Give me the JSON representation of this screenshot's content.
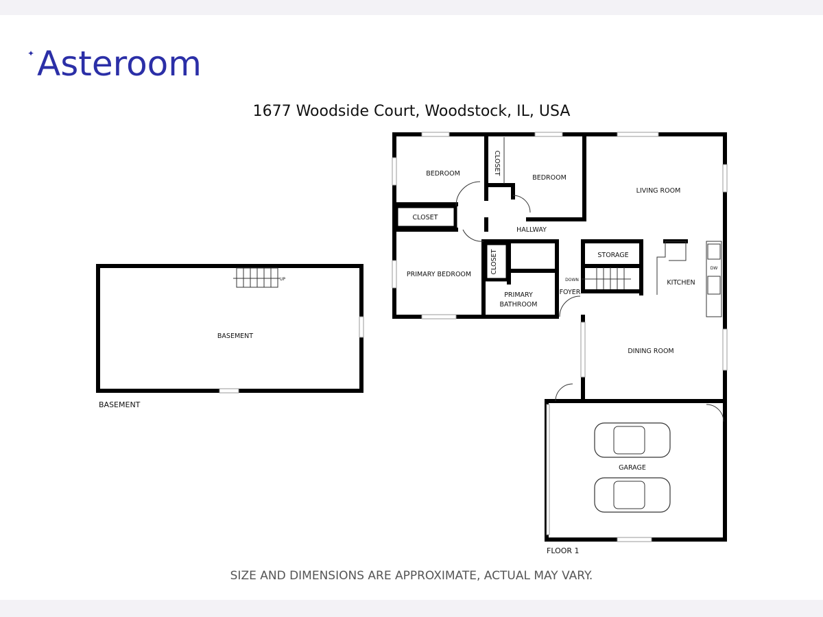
{
  "brand": {
    "logo_text": "Asteroom",
    "color": "#2b2fa7"
  },
  "address": "1677 Woodside Court, Woodstock, IL, USA",
  "footer_note": "SIZE AND DIMENSIONS ARE APPROXIMATE, ACTUAL MAY VARY.",
  "basement": {
    "floor_label": "BASEMENT",
    "rooms": {
      "basement": "BASEMENT"
    },
    "stair_label": "UP"
  },
  "floor1": {
    "floor_label": "FLOOR 1",
    "rooms": {
      "bedroom_1": "BEDROOM",
      "bedroom_2": "BEDROOM",
      "closet_1": "CLOSET",
      "closet_2": "CLOSET",
      "closet_3": "CLOSET",
      "living_room": "LIVING ROOM",
      "hallway": "HALLWAY",
      "primary_bedroom": "PRIMARY BEDROOM",
      "primary_bathroom_1": "PRIMARY",
      "primary_bathroom_2": "BATHROOM",
      "storage": "STORAGE",
      "kitchen": "KITCHEN",
      "foyer": "FOYER",
      "dining_room": "DINING ROOM",
      "garage": "GARAGE"
    },
    "stair_label": "DOWN",
    "appliance_label": "DW"
  }
}
